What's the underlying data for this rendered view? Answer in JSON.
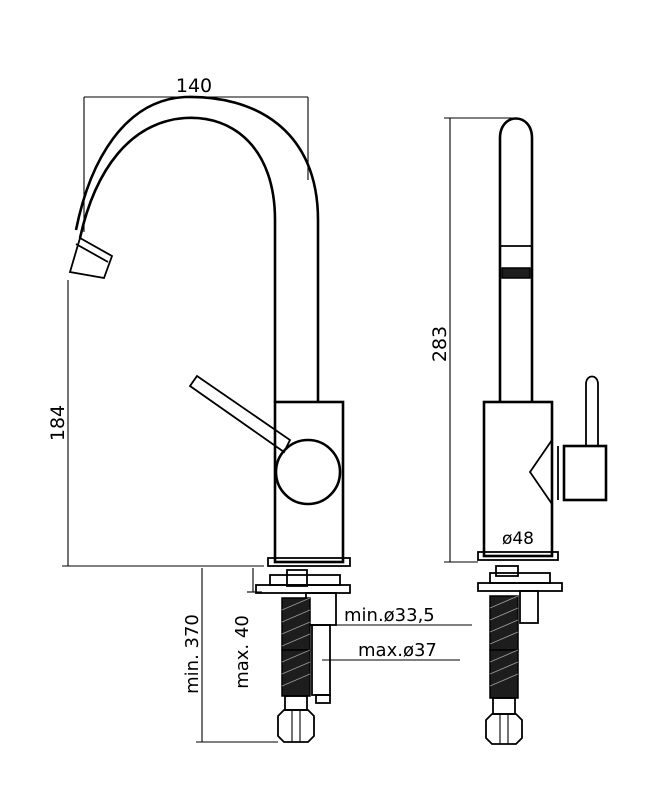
{
  "dimensions": {
    "spout_reach": "140",
    "spout_height": "184",
    "total_height": "283",
    "base_diameter": "ø48",
    "hole_min": "min.ø33,5",
    "hole_max": "max.ø37",
    "deck_thickness": "max. 40",
    "hose_length": "min. 370"
  },
  "colors": {
    "line": "#000000",
    "background": "#ffffff"
  }
}
